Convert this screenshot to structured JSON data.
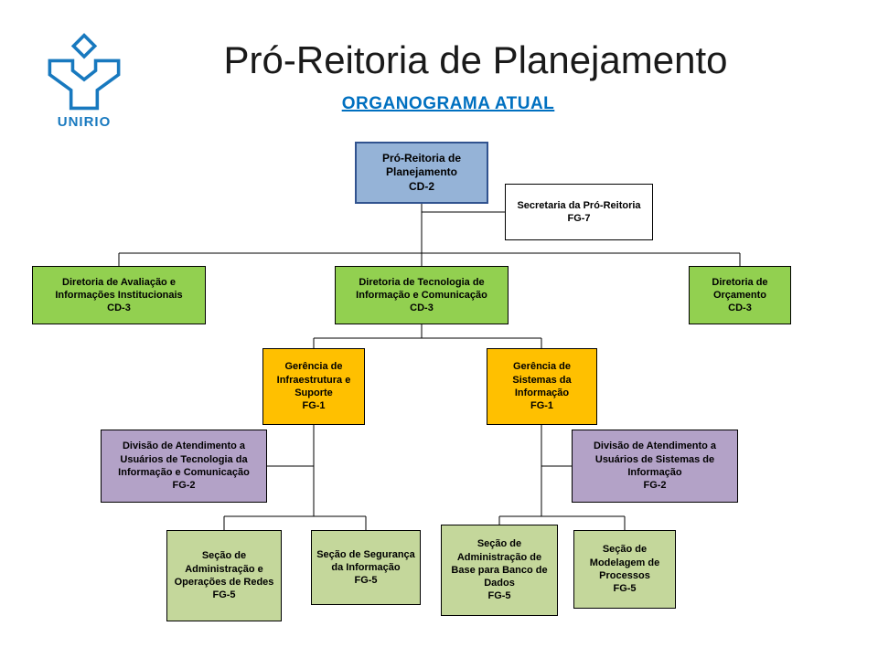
{
  "header": {
    "logo_text": "UNIRIO",
    "title": "Pró-Reitoria de Planejamento",
    "subtitle": "ORGANOGRAMA ATUAL"
  },
  "colors": {
    "root_box": "#95B3D7",
    "plain_box": "#FFFFFF",
    "directorate_box": "#92D050",
    "management_box": "#FFC000",
    "division_box": "#B3A2C7",
    "section_box": "#C4D79B",
    "subtitle_text": "#0070C0",
    "logo_blue": "#1879BF",
    "connector": "#000000",
    "title_text": "#1A1A1A"
  },
  "org_chart": {
    "nodes": {
      "pro_reitoria": {
        "name": "Pró-Reitoria de Planejamento",
        "code": "CD-2",
        "parent": null
      },
      "secretaria": {
        "name": "Secretaria da Pró-Reitoria",
        "code": "FG-7",
        "parent": "pro_reitoria"
      },
      "dir_avaliacao": {
        "name": "Diretoria de Avaliação e Informações Institucionais",
        "code": "CD-3",
        "parent": "pro_reitoria"
      },
      "dir_tecnologia": {
        "name": "Diretoria de Tecnologia de Informação e Comunicação",
        "code": "CD-3",
        "parent": "pro_reitoria"
      },
      "dir_orcamento": {
        "name": "Diretoria de Orçamento",
        "code": "CD-3",
        "parent": "pro_reitoria"
      },
      "ger_infraestrutura": {
        "name": "Gerência de Infraestrutura e Suporte",
        "code": "FG-1",
        "parent": "dir_tecnologia"
      },
      "ger_sistemas": {
        "name": "Gerência de Sistemas da Informação",
        "code": "FG-1",
        "parent": "dir_tecnologia"
      },
      "div_atendimento_tic": {
        "name": "Divisão de Atendimento a Usuários de Tecnologia da Informação e Comunicação",
        "code": "FG-2",
        "parent": "ger_infraestrutura"
      },
      "div_atendimento_sistemas": {
        "name": "Divisão de Atendimento a Usuários de Sistemas de Informação",
        "code": "FG-2",
        "parent": "ger_sistemas"
      },
      "sec_redes": {
        "name": "Seção de Administração e Operações de Redes",
        "code": "FG-5",
        "parent": "ger_infraestrutura"
      },
      "sec_seguranca": {
        "name": "Seção de Segurança da Informação",
        "code": "FG-5",
        "parent": "ger_infraestrutura"
      },
      "sec_banco_dados": {
        "name": "Seção de Administração de Base para Banco de Dados",
        "code": "FG-5",
        "parent": "ger_sistemas"
      },
      "sec_modelagem": {
        "name": "Seção de Modelagem de Processos",
        "code": "FG-5",
        "parent": "ger_sistemas"
      }
    }
  }
}
